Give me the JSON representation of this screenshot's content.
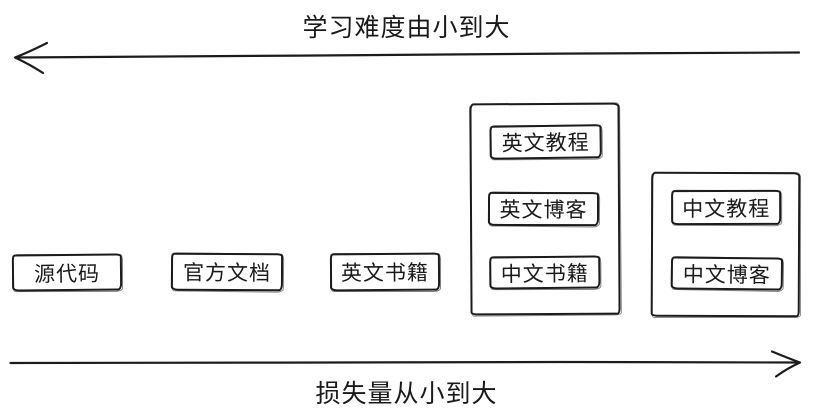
{
  "axes": {
    "top": {
      "label": "学习难度由小到大",
      "direction": "left"
    },
    "bottom": {
      "label": "损失量从小到大",
      "direction": "right"
    }
  },
  "boxes": {
    "source_code": {
      "label": "源代码"
    },
    "official_docs": {
      "label": "官方文档"
    },
    "english_books": {
      "label": "英文书籍"
    }
  },
  "groups": [
    {
      "items": [
        {
          "label": "英文教程"
        },
        {
          "label": "英文博客"
        },
        {
          "label": "中文书籍"
        }
      ]
    },
    {
      "items": [
        {
          "label": "中文教程"
        },
        {
          "label": "中文博客"
        }
      ]
    }
  ],
  "colors": {
    "stroke": "#1c1c1c",
    "text": "#1a1a1a",
    "background": "#ffffff"
  }
}
